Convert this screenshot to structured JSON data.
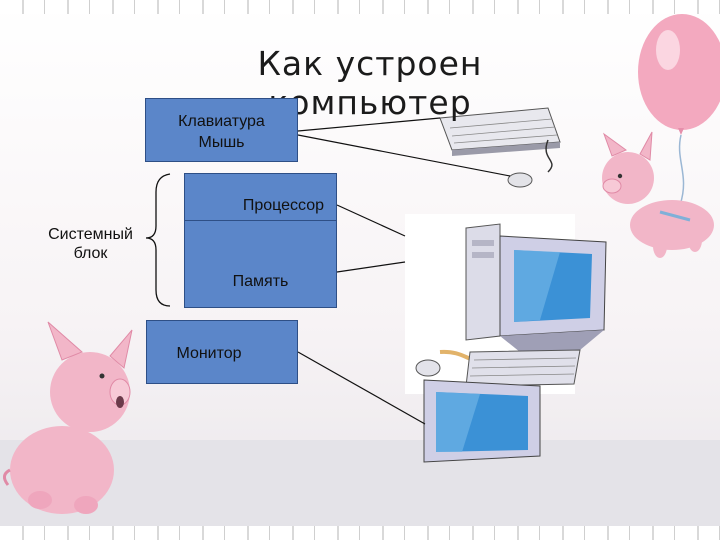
{
  "slide": {
    "title": "Как устроен компьютер"
  },
  "diagram": {
    "input_box": {
      "line1": "Клавиатура",
      "line2": "Мышь"
    },
    "system_unit_label": {
      "line1": "Системный",
      "line2": "блок"
    },
    "cpu_box": {
      "label": "Процессор"
    },
    "memory_box": {
      "label": "Память"
    },
    "monitor_box": {
      "label": "Монитор"
    }
  },
  "colors": {
    "box_fill": "#5b86c9",
    "box_border": "#2e4f86",
    "pig_pink": "#f2b6c8",
    "balloon_pink": "#f3a9bf"
  },
  "icons": [
    "keyboard-icon",
    "mouse-icon",
    "computer-icon",
    "monitor-icon",
    "pig-illustration",
    "balloon-illustration"
  ]
}
